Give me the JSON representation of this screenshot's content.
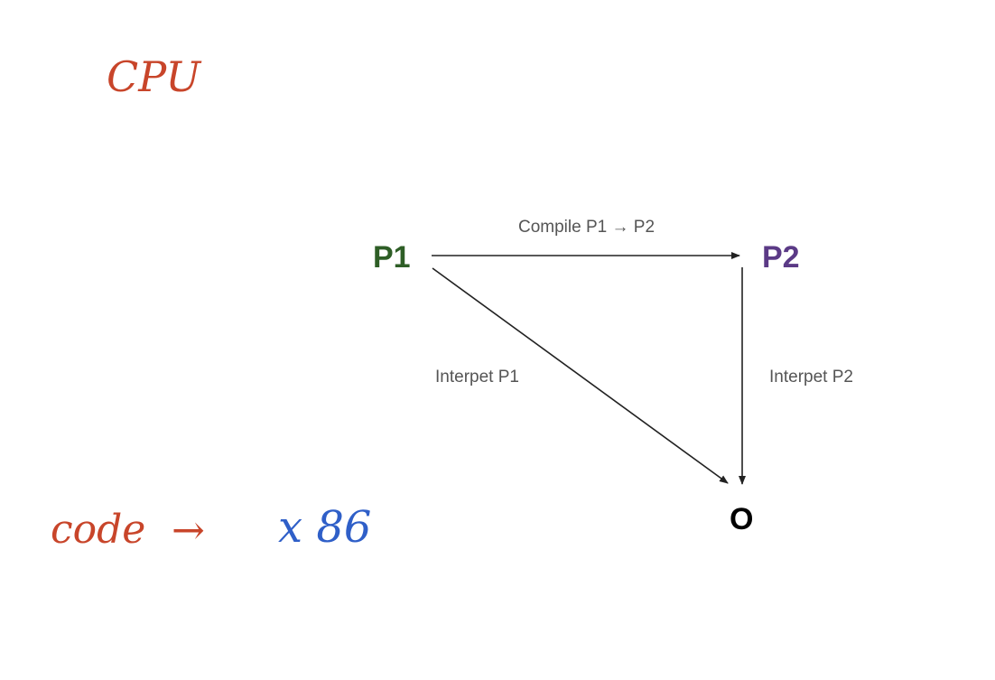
{
  "colors": {
    "p1": "#2e5e26",
    "p2": "#5b3a86",
    "output": "#000000",
    "edge": "#222222",
    "edge_label": "#555555",
    "ink_red": "#c8452a",
    "ink_blue": "#2f5fc8"
  },
  "handwriting": {
    "cpu": "CPU",
    "code": "code",
    "arrow": "→",
    "x86": "x 86"
  },
  "diagram": {
    "nodes": {
      "p1": "P1",
      "p2": "P2",
      "output": "O"
    },
    "edges": {
      "compile": "Compile P1 → P2",
      "interpret_p1": "Interpet P1",
      "interpret_p2": "Interpet P2"
    }
  }
}
